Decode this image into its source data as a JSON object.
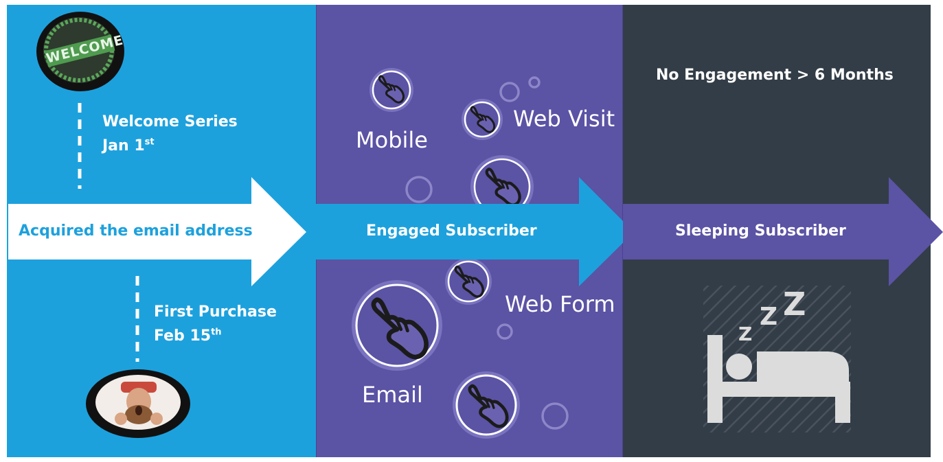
{
  "stages": {
    "acquired": {
      "label": "Acquired the email address"
    },
    "engaged": {
      "label": "Engaged Subscriber"
    },
    "sleeping": {
      "label": "Sleeping Subscriber",
      "note": "No Engagement > 6 Months"
    }
  },
  "milestones": [
    {
      "title": "Welcome Series",
      "date": "Jan 1",
      "suffix": "st"
    },
    {
      "title": "First Purchase",
      "date": "Feb 15",
      "suffix": "th"
    }
  ],
  "welcome_badge": {
    "text": "WELCOME"
  },
  "channels": {
    "mobile": "Mobile",
    "web_visit": "Web Visit",
    "web_form": "Web Form",
    "email": "Email"
  },
  "sleep_icon": {
    "letters": "Z"
  },
  "colors": {
    "blue": "#1da1dd",
    "purple": "#5b53a4",
    "dark": "#333d47",
    "white": "#ffffff"
  }
}
